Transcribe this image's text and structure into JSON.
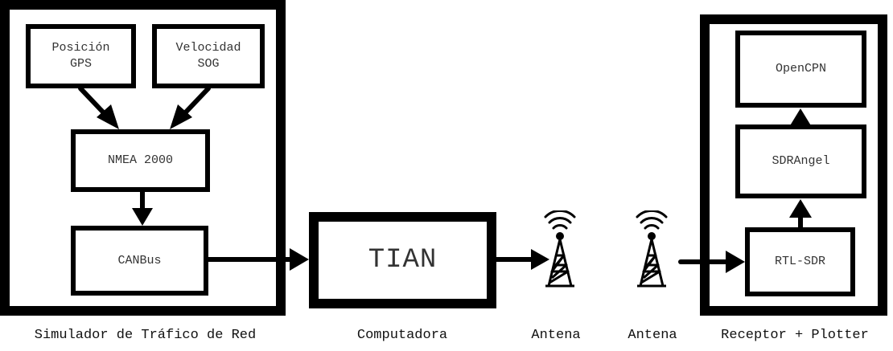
{
  "nodes": {
    "posicion_gps": [
      "Posición",
      "GPS"
    ],
    "velocidad_sog": [
      "Velocidad",
      "SOG"
    ],
    "nmea": "NMEA 2000",
    "canbus": "CANBus",
    "tian": "TIAN",
    "opencpn": "OpenCPN",
    "sdrangel": "SDRAngel",
    "rtlsdr": "RTL-SDR"
  },
  "labels": {
    "simulador": "Simulador de Tráfico de Red",
    "computadora": "Computadora",
    "antena_tx": "Antena",
    "antena_rx": "Antena",
    "receptor": "Receptor + Plotter"
  },
  "edges": [
    {
      "from": "posicion_gps",
      "to": "nmea"
    },
    {
      "from": "velocidad_sog",
      "to": "nmea"
    },
    {
      "from": "nmea",
      "to": "canbus"
    },
    {
      "from": "canbus",
      "to": "tian"
    },
    {
      "from": "tian",
      "to": "antena_tx"
    },
    {
      "from": "antena_rx",
      "to": "rtlsdr"
    },
    {
      "from": "rtlsdr",
      "to": "sdrangel"
    },
    {
      "from": "sdrangel",
      "to": "opencpn"
    }
  ]
}
